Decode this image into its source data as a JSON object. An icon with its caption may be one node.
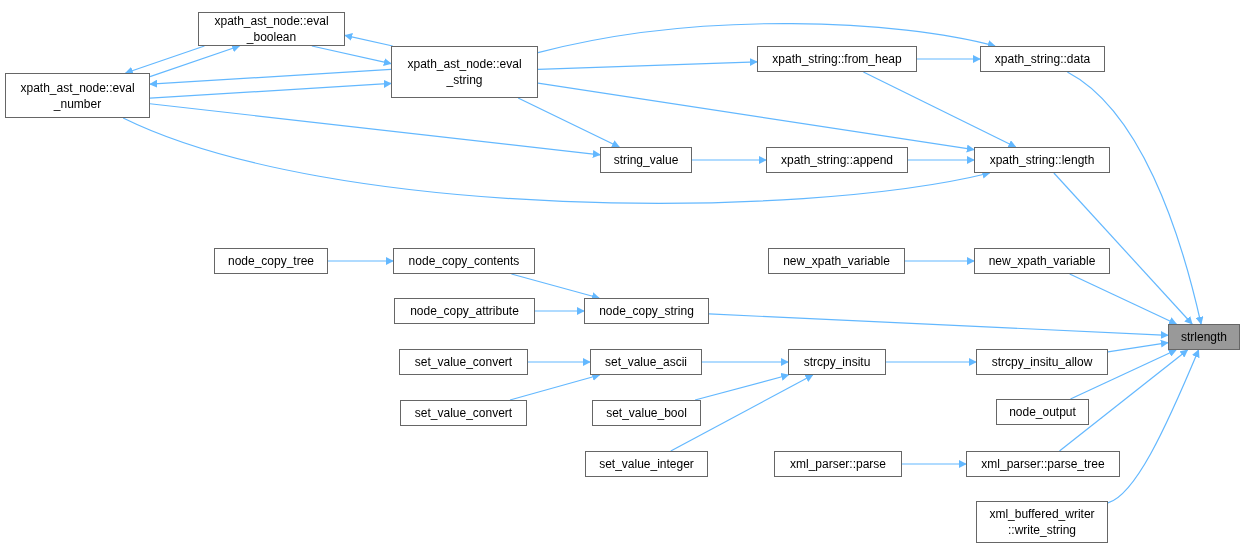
{
  "diagram": {
    "nodes": [
      {
        "text": [
          "strlength"
        ]
      },
      {
        "text": [
          "xpath_string::data"
        ]
      },
      {
        "text": [
          "xpath_string::length"
        ]
      },
      {
        "text": [
          "new_xpath_variable"
        ]
      },
      {
        "text": [
          "strcpy_insitu_allow"
        ]
      },
      {
        "text": [
          "node_output"
        ]
      },
      {
        "text": [
          "xml_parser::parse_tree"
        ]
      },
      {
        "text": [
          "xml_buffered_writer ::write_string"
        ]
      },
      {
        "text": [
          "xpath_string::from_heap"
        ]
      },
      {
        "text": [
          "xpath_string::append"
        ]
      },
      {
        "text": [
          "xpath_ast_node::eval _string"
        ]
      },
      {
        "text": [
          "string_value"
        ]
      },
      {
        "text": [
          "xpath_ast_node::eval _boolean"
        ]
      },
      {
        "text": [
          "xpath_ast_node::eval _number"
        ]
      },
      {
        "text": [
          "new_xpath_variable"
        ]
      },
      {
        "text": [
          "node_copy_tree"
        ]
      },
      {
        "text": [
          "node_copy_contents"
        ]
      },
      {
        "text": [
          "node_copy_attribute"
        ]
      },
      {
        "text": [
          "node_copy_string"
        ]
      },
      {
        "text": [
          "strcpy_insitu"
        ]
      },
      {
        "text": [
          "set_value_convert"
        ]
      },
      {
        "text": [
          "set_value_ascii"
        ]
      },
      {
        "text": [
          "set_value_convert"
        ]
      },
      {
        "text": [
          "set_value_bool"
        ]
      },
      {
        "text": [
          "set_value_integer"
        ]
      },
      {
        "text": [
          "xml_parser::parse"
        ]
      }
    ],
    "edges": [
      {
        "from": 1,
        "to": 0,
        "arrow": "to"
      },
      {
        "from": 2,
        "to": 0,
        "arrow": "to"
      },
      {
        "from": 3,
        "to": 0,
        "arrow": "to"
      },
      {
        "from": 18,
        "to": 0,
        "arrow": "to"
      },
      {
        "from": 4,
        "to": 0,
        "arrow": "to"
      },
      {
        "from": 5,
        "to": 0,
        "arrow": "to"
      },
      {
        "from": 6,
        "to": 0,
        "arrow": "to"
      },
      {
        "from": 7,
        "to": 0,
        "arrow": "to"
      },
      {
        "from": 8,
        "to": 1,
        "arrow": "to"
      },
      {
        "from": 10,
        "to": 1,
        "arrow": "to"
      },
      {
        "from": 10,
        "to": 8,
        "arrow": "to"
      },
      {
        "from": 8,
        "to": 2,
        "arrow": "to"
      },
      {
        "from": 10,
        "to": 2,
        "arrow": "to"
      },
      {
        "from": 9,
        "to": 2,
        "arrow": "to"
      },
      {
        "from": 13,
        "to": 2,
        "arrow": "to"
      },
      {
        "from": 11,
        "to": 9,
        "arrow": "to"
      },
      {
        "from": 10,
        "to": 11,
        "arrow": "to"
      },
      {
        "from": 13,
        "to": 11,
        "arrow": "to"
      },
      {
        "from": 10,
        "to": 12,
        "arrow": "to"
      },
      {
        "from": 12,
        "to": 10,
        "arrow": "to"
      },
      {
        "from": 12,
        "to": 13,
        "arrow": "to"
      },
      {
        "from": 13,
        "to": 12,
        "arrow": "to"
      },
      {
        "from": 10,
        "to": 13,
        "arrow": "to"
      },
      {
        "from": 13,
        "to": 10,
        "arrow": "to"
      },
      {
        "from": 14,
        "to": 3,
        "arrow": "to"
      },
      {
        "from": 15,
        "to": 16,
        "arrow": "to"
      },
      {
        "from": 16,
        "to": 18,
        "arrow": "to"
      },
      {
        "from": 17,
        "to": 18,
        "arrow": "to"
      },
      {
        "from": 19,
        "to": 4,
        "arrow": "to"
      },
      {
        "from": 21,
        "to": 19,
        "arrow": "to"
      },
      {
        "from": 23,
        "to": 19,
        "arrow": "to"
      },
      {
        "from": 24,
        "to": 19,
        "arrow": "to"
      },
      {
        "from": 20,
        "to": 21,
        "arrow": "to"
      },
      {
        "from": 22,
        "to": 21,
        "arrow": "to"
      },
      {
        "from": 25,
        "to": 6,
        "arrow": "to"
      }
    ]
  }
}
